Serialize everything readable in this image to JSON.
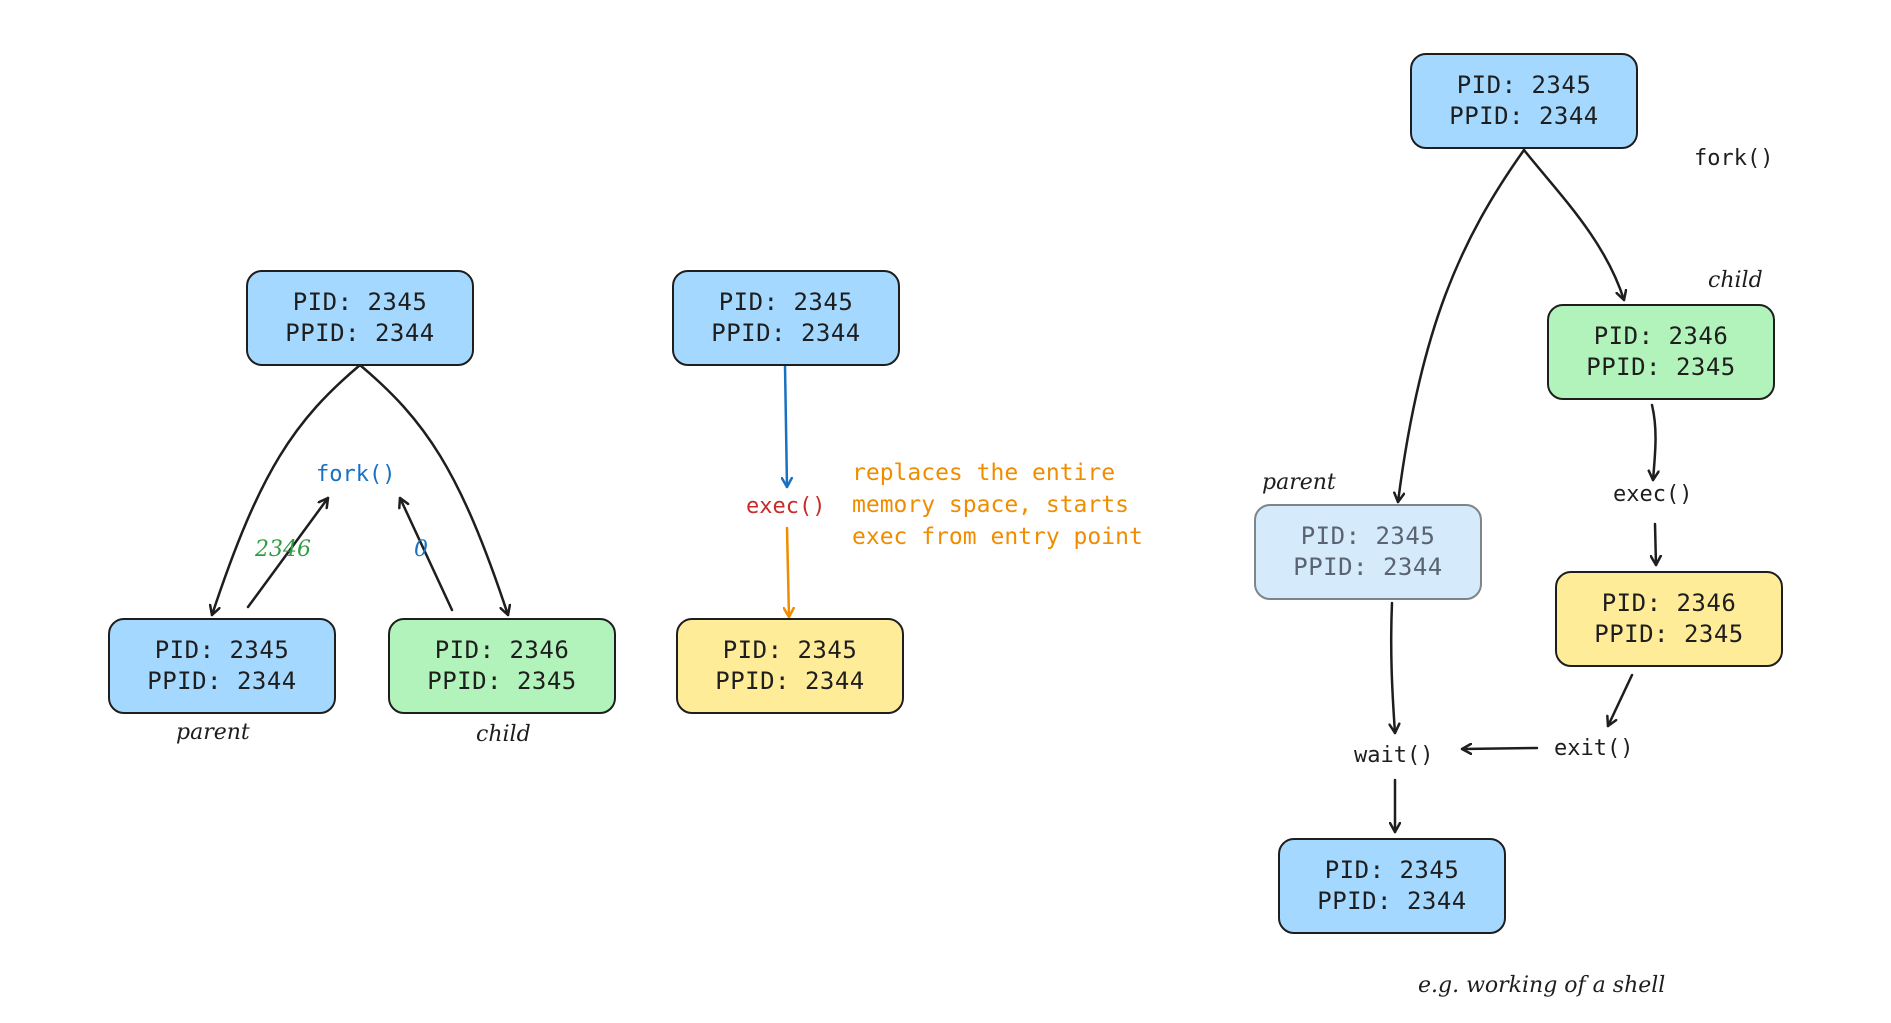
{
  "colors": {
    "stroke": "#1e1e1e",
    "blue_fill": "#a5d8ff",
    "green_fill": "#b2f2bb",
    "yellow_fill": "#ffec99",
    "faded_fill": "#d5ebfc",
    "fork_text": "#1971c2",
    "ret_parent_text": "#2f9e44",
    "exec_text": "#c92a2a",
    "note_text": "#f08c00"
  },
  "fork_diagram": {
    "top": {
      "pid": "PID: 2345",
      "ppid": "PPID: 2344"
    },
    "left": {
      "pid": "PID: 2345",
      "ppid": "PPID: 2344"
    },
    "right": {
      "pid": "PID: 2346",
      "ppid": "PPID: 2345"
    },
    "fork_label": "fork()",
    "parent_return": "2346",
    "child_return": "0",
    "parent_label": "parent",
    "child_label": "child"
  },
  "exec_diagram": {
    "top": {
      "pid": "PID: 2345",
      "ppid": "PPID: 2344"
    },
    "bottom": {
      "pid": "PID: 2345",
      "ppid": "PPID: 2344"
    },
    "exec_label": "exec()",
    "note_lines": [
      "replaces the entire",
      "memory space, starts",
      "exec from entry point"
    ]
  },
  "shell_diagram": {
    "top": {
      "pid": "PID: 2345",
      "ppid": "PPID: 2344"
    },
    "child_box": {
      "pid": "PID: 2346",
      "ppid": "PPID: 2345"
    },
    "parent_box": {
      "pid": "PID: 2345",
      "ppid": "PPID: 2344"
    },
    "exec_box": {
      "pid": "PID: 2346",
      "ppid": "PPID: 2345"
    },
    "final_box": {
      "pid": "PID: 2345",
      "ppid": "PPID: 2344"
    },
    "fork_label": "fork()",
    "child_label": "child",
    "parent_label": "parent",
    "exec_label": "exec()",
    "exit_label": "exit()",
    "wait_label": "wait()",
    "caption": "e.g. working of a shell"
  }
}
